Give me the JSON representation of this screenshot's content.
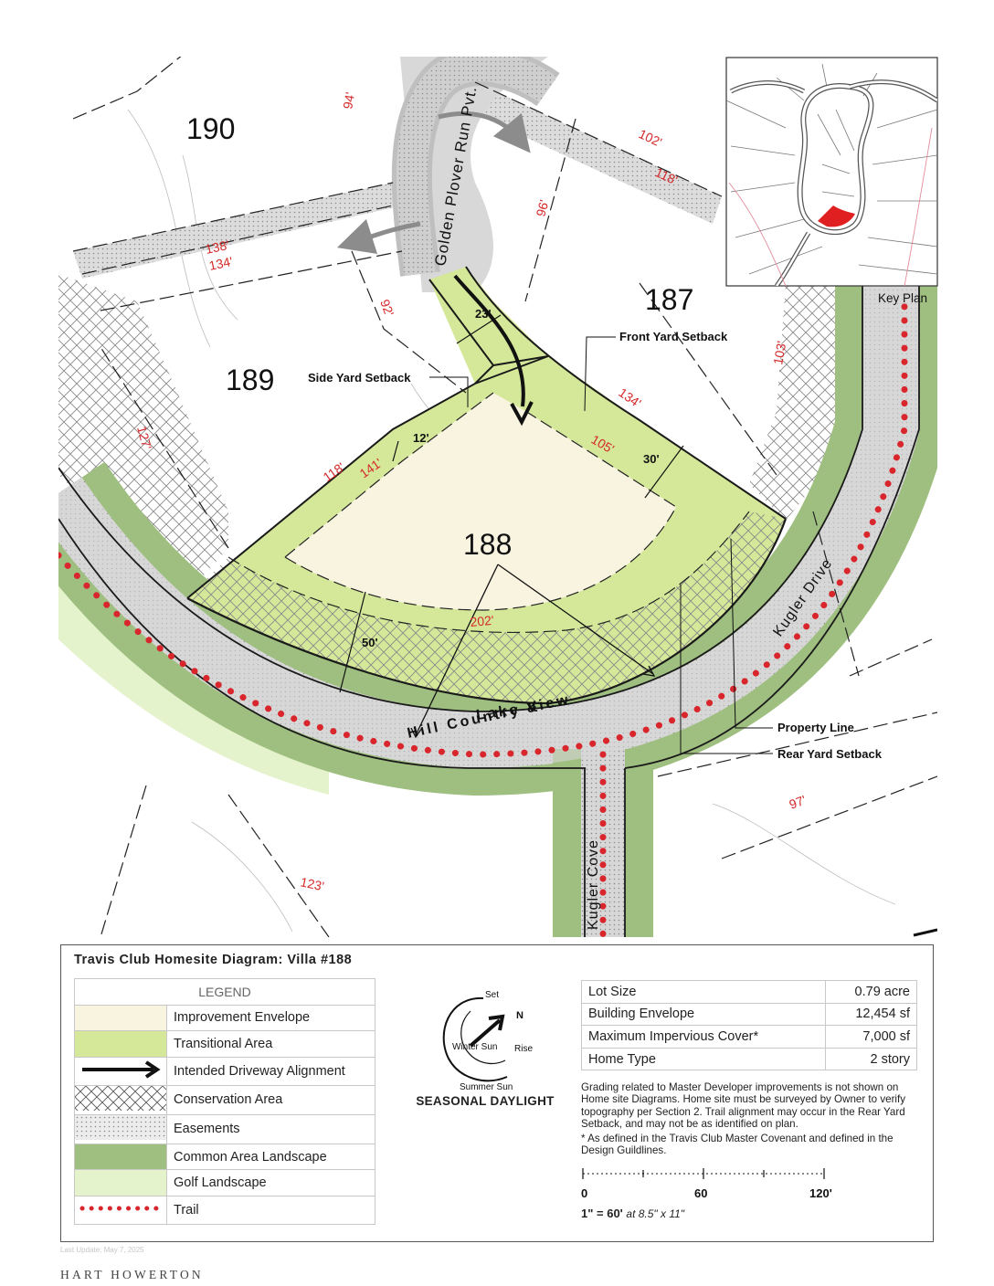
{
  "lots": {
    "l190": "190",
    "l189": "189",
    "l188": "188",
    "l187": "187"
  },
  "streets": {
    "golden_plover": "Golden Plover Run Pvt.",
    "lake_hill_1": "Lake &",
    "lake_hill_2": "Hill Country View",
    "kugler_drive": "Kugler Drive",
    "kugler_cove": "Kugler Cove"
  },
  "dimensions": {
    "d94": "94'",
    "d102": "102'",
    "d118a": "118'",
    "d96": "96'",
    "d138": "138'",
    "d134a": "134'",
    "d92": "92'",
    "d23": "23'",
    "d134b": "134'",
    "d103": "103'",
    "d127": "127'",
    "d12": "12'",
    "d118b": "118'",
    "d141": "141'",
    "d105": "105'",
    "d30": "30'",
    "d202": "202'",
    "d50": "50'",
    "d97": "97'",
    "d123": "123'"
  },
  "callouts": {
    "front_yard": "Front Yard Setback",
    "side_yard": "Side Yard Setback",
    "property_line": "Property Line",
    "rear_yard": "Rear Yard Setback",
    "key_plan": "Key Plan"
  },
  "title": "Travis Club Homesite Diagram: Villa #188",
  "legend": {
    "heading": "LEGEND",
    "items": [
      {
        "label": "Improvement Envelope",
        "swatch": "improvement"
      },
      {
        "label": "Transitional Area",
        "swatch": "transitional"
      },
      {
        "label": "Intended Driveway Alignment",
        "swatch": "driveway"
      },
      {
        "label": "Conservation Area",
        "swatch": "conservation"
      },
      {
        "label": "Easements",
        "swatch": "easements"
      },
      {
        "label": "Common Area Landscape",
        "swatch": "common"
      },
      {
        "label": "Golf Landscape",
        "swatch": "golf"
      },
      {
        "label": "Trail",
        "swatch": "trail"
      }
    ]
  },
  "sun": {
    "set": "Set",
    "north": "N",
    "winter": "Winter Sun",
    "rise": "Rise",
    "summer": "Summer Sun",
    "caption": "SEASONAL DAYLIGHT"
  },
  "facts": [
    {
      "label": "Lot Size",
      "value": "0.79 acre"
    },
    {
      "label": "Building Envelope",
      "value": "12,454 sf"
    },
    {
      "label": "Maximum Impervious Cover*",
      "value": "7,000 sf"
    },
    {
      "label": "Home Type",
      "value": "2 story"
    }
  ],
  "notes": {
    "grading": "Grading related to Master Developer improvements is not shown on Home site Diagrams. Home site must be surveyed by Owner to verify topography per Section 2. Trail alignment may occur in the Rear Yard Setback, and may not be as identified on plan.",
    "asterisk": "* As defined in the Travis Club Master Covenant and defined in the Design Guildlines."
  },
  "scale": {
    "t0": "0",
    "t60": "60",
    "t120": "120'",
    "ratio": "1\" = 60'",
    "paper": "at 8.5\" x 11\""
  },
  "footer": {
    "updated": "Last Update: May 7, 2025",
    "brand": "HART HOWERTON"
  },
  "colors": {
    "improvement": "#f8f4e0",
    "transitional": "#d5e89a",
    "common": "#9fbf80",
    "golf": "#e4f3cc",
    "trail": "#d8262c",
    "dimension": "#d42a2a",
    "highlight": "#e02020"
  }
}
